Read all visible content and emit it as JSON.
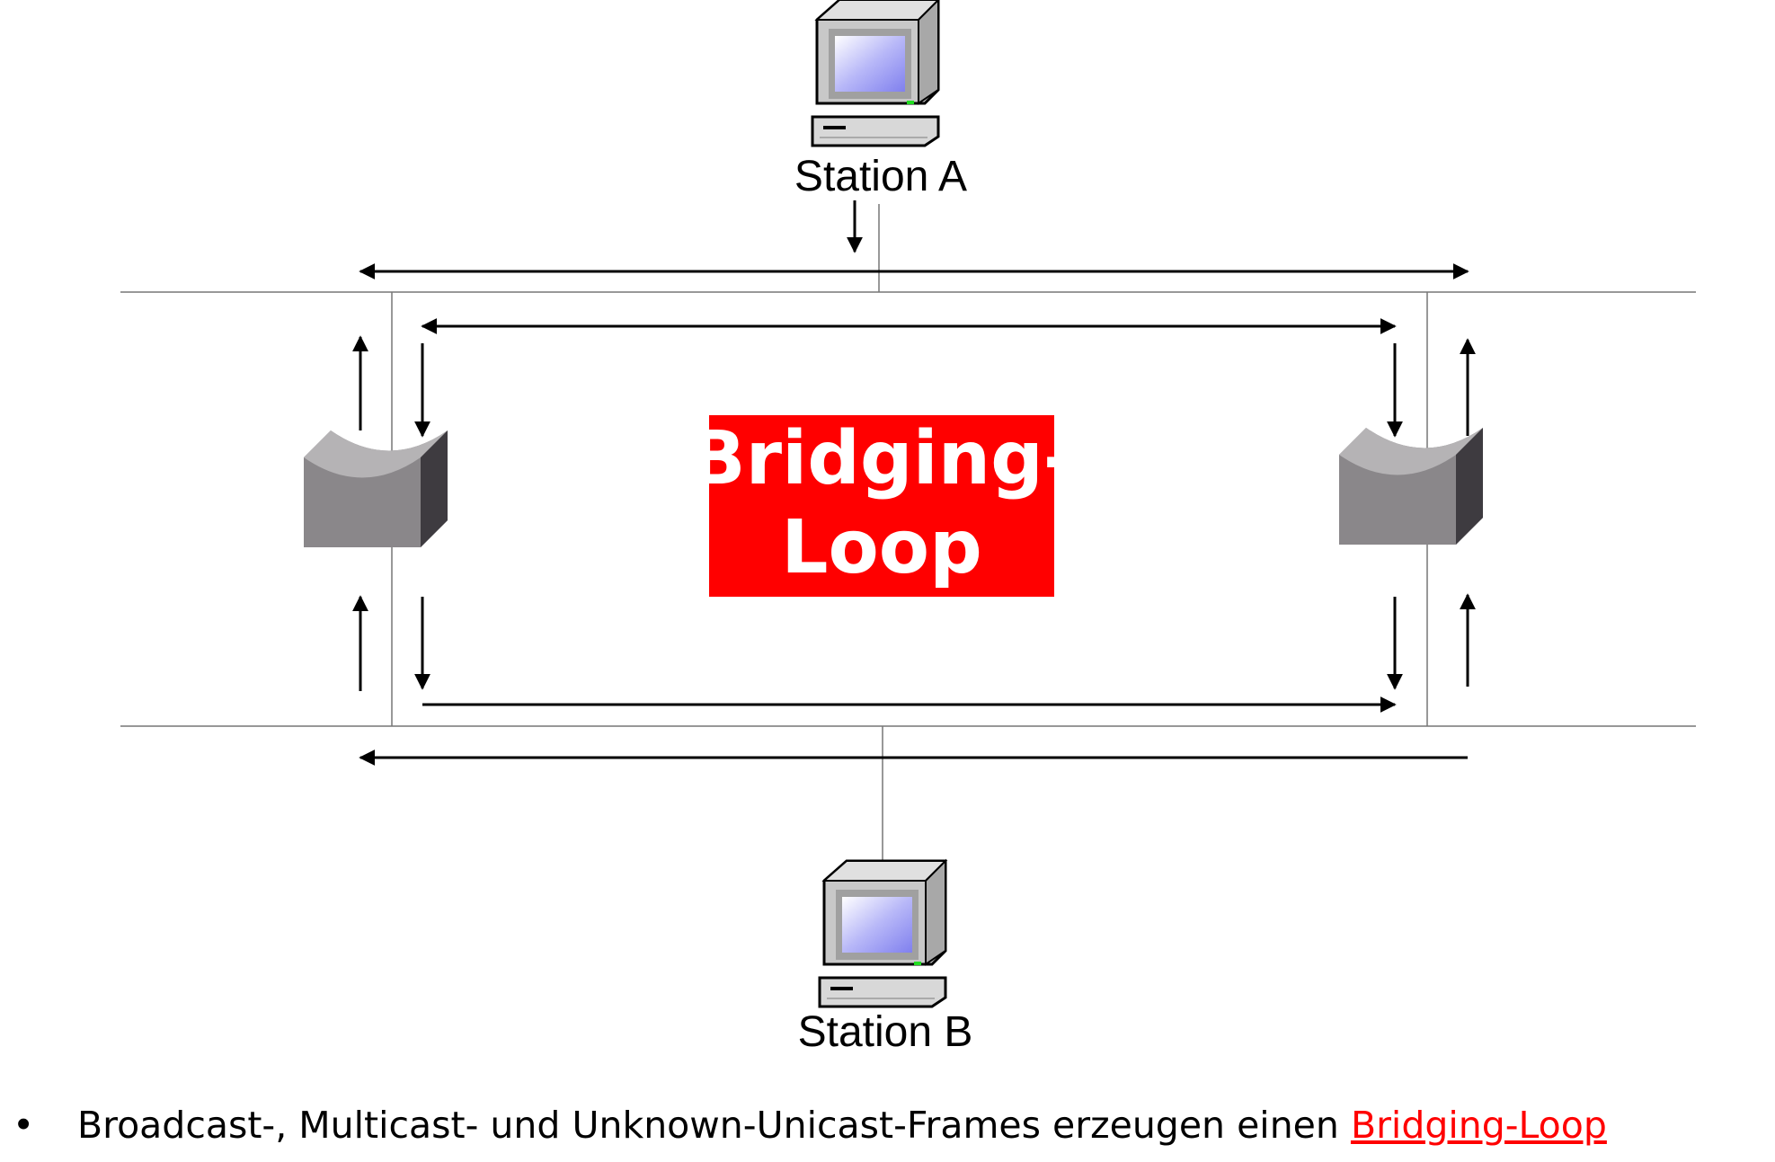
{
  "diagram": {
    "station_a": "Station A",
    "station_b": "Station B",
    "loop_label_line1": "Bridging-",
    "loop_label_line2": "Loop",
    "loop_color": "#ff0000"
  },
  "bullet": {
    "marker": "•",
    "text": "Broadcast-, Multicast- und Unknown-Unicast-Frames erzeugen einen ",
    "link": "Bridging-Loop"
  }
}
